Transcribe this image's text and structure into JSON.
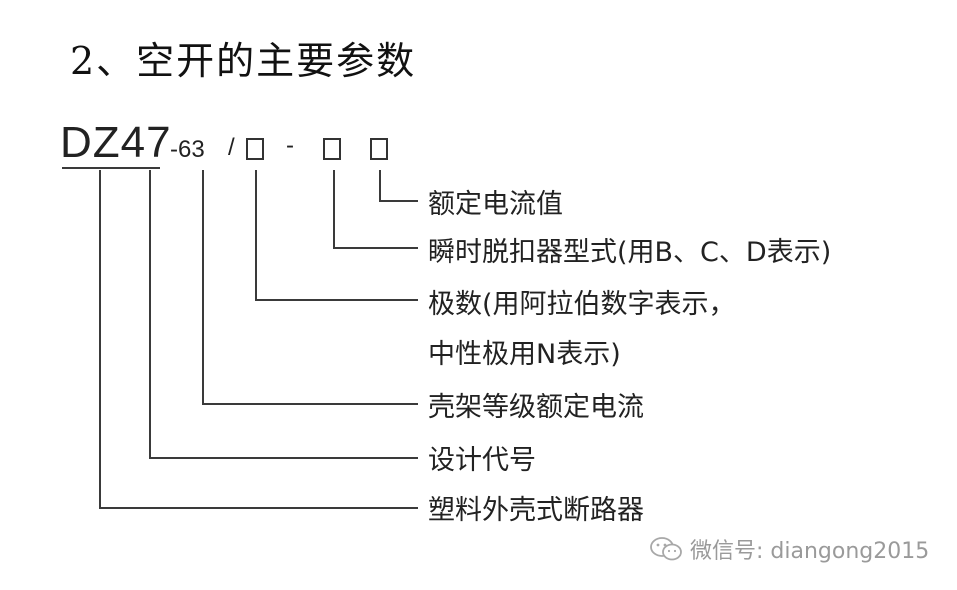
{
  "title": "2、空开的主要参数",
  "code": {
    "main": "DZ47",
    "dash1": "-63",
    "slash": "/",
    "dash2": "-"
  },
  "descriptions": [
    "额定电流值",
    "瞬时脱扣器型式(用B、C、D表示)",
    "极数(用阿拉伯数字表示，",
    "中性极用N表示)",
    "壳架等级额定电流",
    "设计代号",
    "塑料外壳式断路器"
  ],
  "watermark": {
    "text": "微信号: diangong2015",
    "icon": "wechat-icon"
  },
  "colors": {
    "line": "#3a3a3a",
    "text": "#222222",
    "watermark": "#9a9a9a"
  }
}
